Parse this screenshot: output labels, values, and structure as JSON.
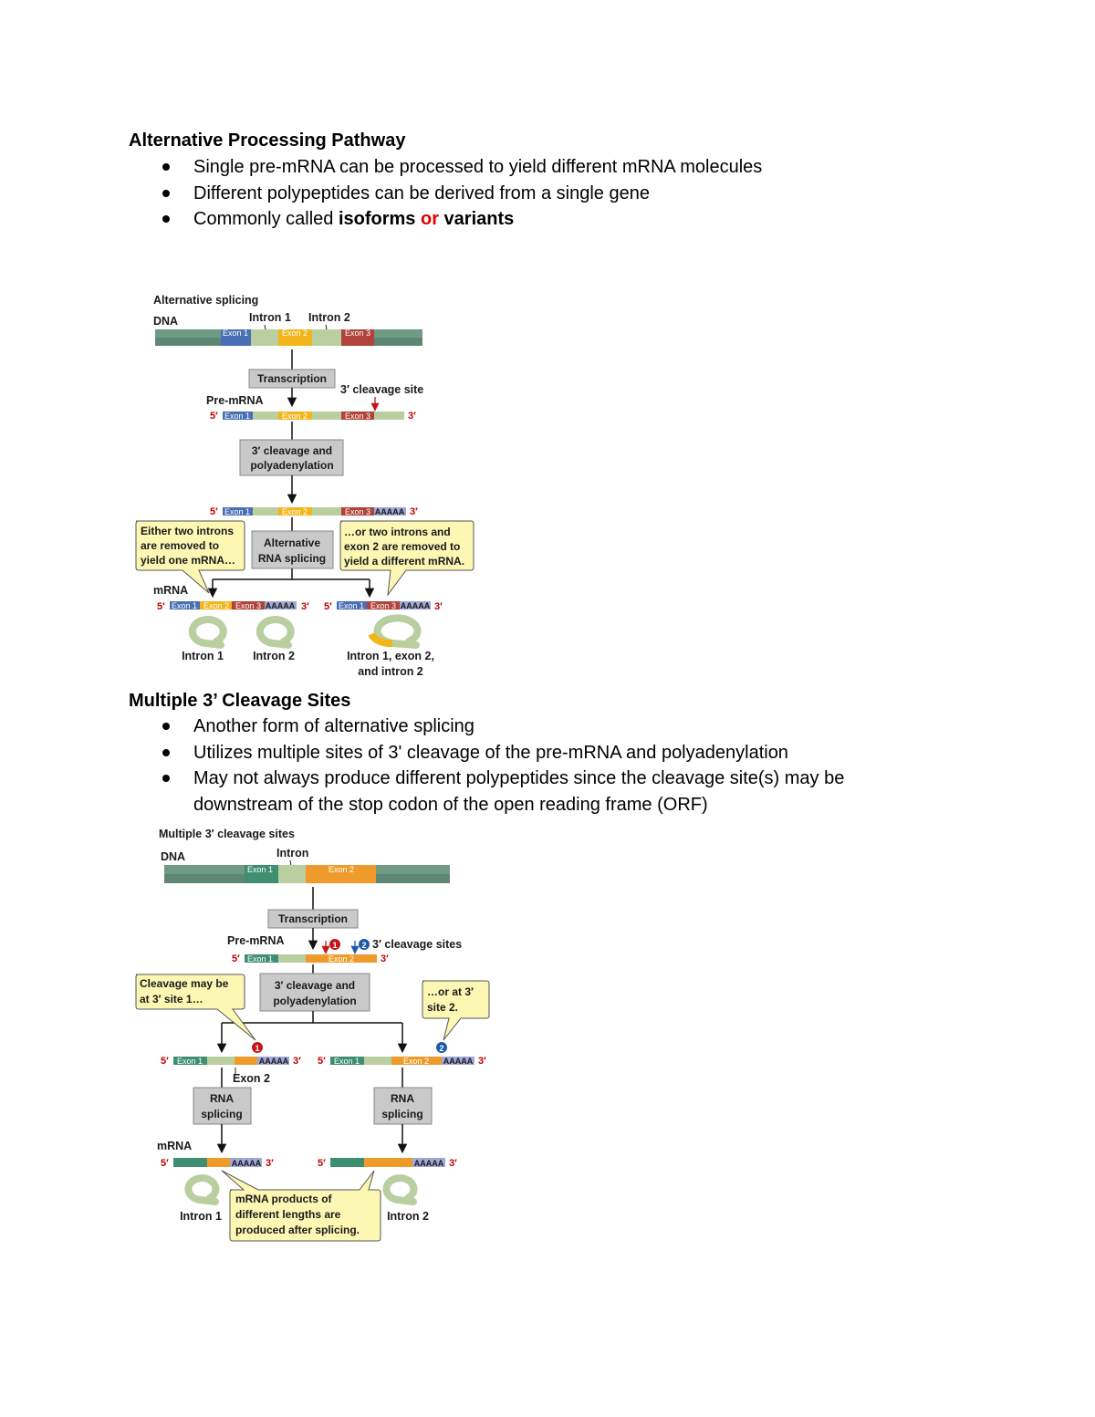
{
  "section1": {
    "heading": "Alternative Processing Pathway",
    "bullets": [
      "Single pre-mRNA can be processed to yield different mRNA molecules",
      "Different polypeptides can be derived from a single gene"
    ],
    "bullet3": {
      "prefix": "Commonly called ",
      "term1": "isoforms",
      "connector": "or",
      "term2": "variants"
    }
  },
  "figure1": {
    "title": "Alternative splicing",
    "dna": "DNA",
    "intron1": "Intron 1",
    "intron2": "Intron 2",
    "exon1": "Exon 1",
    "exon2": "Exon 2",
    "exon3": "Exon 3",
    "transcription": "Transcription",
    "pre_mrna": "Pre-mRNA",
    "cleavage_site": "3′ cleavage site",
    "five_prime": "5′",
    "three_prime": "3′",
    "cleavage_box": [
      "3′ cleavage and",
      "polyadenylation"
    ],
    "polya": "AAAAA",
    "alt_box": [
      "Alternative",
      "RNA splicing"
    ],
    "callout_left": [
      "Either two introns",
      "are removed to",
      "yield one mRNA…"
    ],
    "callout_right": [
      "…or two introns and",
      "exon 2 are removed to",
      "yield a different mRNA."
    ],
    "mrna": "mRNA",
    "loop_label1": "Intron 1",
    "loop_label2": "Intron 2",
    "loop_label3": [
      "Intron 1, exon 2,",
      "and intron 2"
    ]
  },
  "section2": {
    "heading": "Multiple 3’ Cleavage Sites",
    "bullets": [
      "Another form of alternative splicing",
      "Utilizes multiple sites of 3' cleavage of the pre-mRNA and polyadenylation",
      "May not always produce different polypeptides since the cleavage site(s) may be downstream of the stop codon of the open reading frame (ORF)"
    ]
  },
  "figure2": {
    "title": "Multiple 3′ cleavage sites",
    "dna": "DNA",
    "intron": "Intron",
    "exon1": "Exon 1",
    "exon2": "Exon 2",
    "transcription": "Transcription",
    "pre_mrna": "Pre-mRNA",
    "site1": "1",
    "site2": "2",
    "cleavage_sites": "3′ cleavage sites",
    "five_prime": "5′",
    "three_prime": "3′",
    "cleavage_box": [
      "3′ cleavage and",
      "polyadenylation"
    ],
    "callout_left": [
      "Cleavage may be",
      "at 3′ site 1…"
    ],
    "callout_right": [
      "…or at 3′",
      "site 2."
    ],
    "polya": "AAAAA",
    "exon2_label": "Exon 2",
    "splice_box": [
      "RNA",
      "splicing"
    ],
    "mrna": "mRNA",
    "loop_label1": "Intron 1",
    "loop_label2": "Intron 2",
    "callout_bottom": [
      "mRNA products of",
      "different lengths are",
      "produced after splicing."
    ]
  },
  "colors": {
    "exon1": "#4a6fb5",
    "exon2": "#f2b51c",
    "exon3": "#b0433a",
    "intron": "#b9cfa0",
    "dna": "#6f9a84",
    "teal_exon": "#3f8e72",
    "orange_exon": "#ef9b2c",
    "polya": "#9fa8d6",
    "callout": "#fdf7b4",
    "gray_box": "#c9c9c9",
    "prime_red": "#c00000",
    "site1": "#c4161c",
    "site2": "#1e5aa8"
  }
}
